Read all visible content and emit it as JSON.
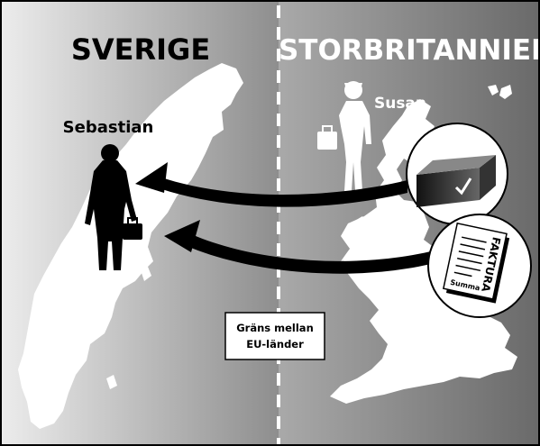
{
  "countries": {
    "left": "SVERIGE",
    "right": "STORBRITANNIEN"
  },
  "people": {
    "seller": "Susan",
    "buyer": "Sebastian"
  },
  "border_note": {
    "line1": "Gräns mellan",
    "line2": "EU-länder"
  },
  "invoice": {
    "title": "FAKTURA",
    "sum_label": "Summa"
  },
  "colors": {
    "left_gradient_start": "#ececec",
    "left_gradient_end": "#8c8c8c",
    "right_gradient_start": "#a8a8a8",
    "right_gradient_end": "#6a6a6a",
    "land": "#ffffff",
    "arrow": "#000000",
    "border_line": "#ffffff"
  }
}
